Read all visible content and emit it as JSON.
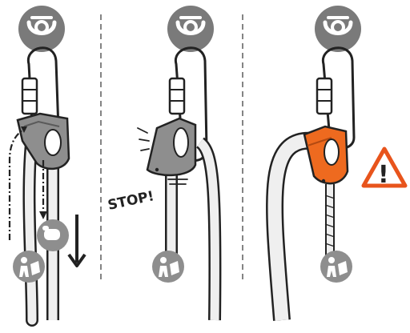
{
  "labels": {
    "stop": "STOP!",
    "warning_glyph": "!"
  },
  "colors": {
    "anchor_gray": "#7a7a7a",
    "device_gray": "#8e8e8e",
    "device_orange": "#ee6a1f",
    "rope_fill": "#efefef",
    "outline": "#222222",
    "warning_border": "#e8541c"
  },
  "panels": [
    {
      "name": "panel-normal-use",
      "device": "gray-open",
      "hand_icon": "pull-down-hand-icon",
      "arrows": [
        "up-dashed-arrow",
        "down-dashed-arrow",
        "down-solid-arrow"
      ]
    },
    {
      "name": "panel-locked",
      "device": "gray-locked",
      "text": "STOP!"
    },
    {
      "name": "panel-misuse",
      "device": "orange-locked",
      "warning": "warning-triangle-icon",
      "rope_state": "damaged"
    }
  ]
}
